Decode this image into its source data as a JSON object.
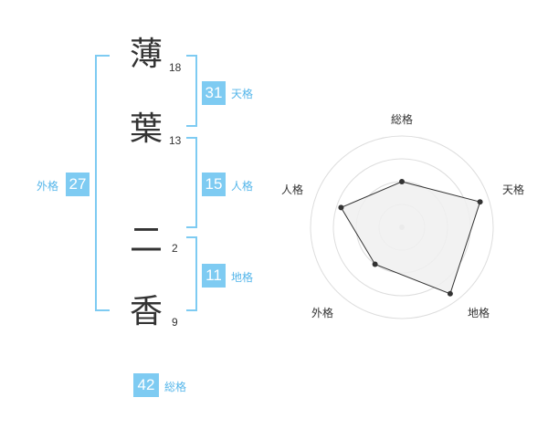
{
  "name": {
    "chars": [
      {
        "char": "薄",
        "strokes": "18"
      },
      {
        "char": "葉",
        "strokes": "13"
      },
      {
        "char": "二",
        "strokes": "2"
      },
      {
        "char": "香",
        "strokes": "9"
      }
    ]
  },
  "kaku": {
    "tenkaku": {
      "value": "31",
      "label": "天格"
    },
    "jinkaku": {
      "value": "15",
      "label": "人格"
    },
    "chikaku": {
      "value": "11",
      "label": "地格"
    },
    "gaikaku": {
      "value": "27",
      "label": "外格"
    },
    "soukaku": {
      "value": "42",
      "label": "総格"
    }
  },
  "chart_data": {
    "type": "radar",
    "axes": [
      "総格",
      "天格",
      "地格",
      "外格",
      "人格"
    ],
    "values": [
      2.5,
      4.5,
      4.5,
      2.5,
      3.5
    ],
    "max": 5,
    "rings": 4,
    "grid": true
  },
  "colors": {
    "accent": "#7ecbf2",
    "label": "#55b6ea",
    "radar_fill": "#f0f0f0",
    "radar_line": "#333333",
    "ring": "#dddddd"
  }
}
